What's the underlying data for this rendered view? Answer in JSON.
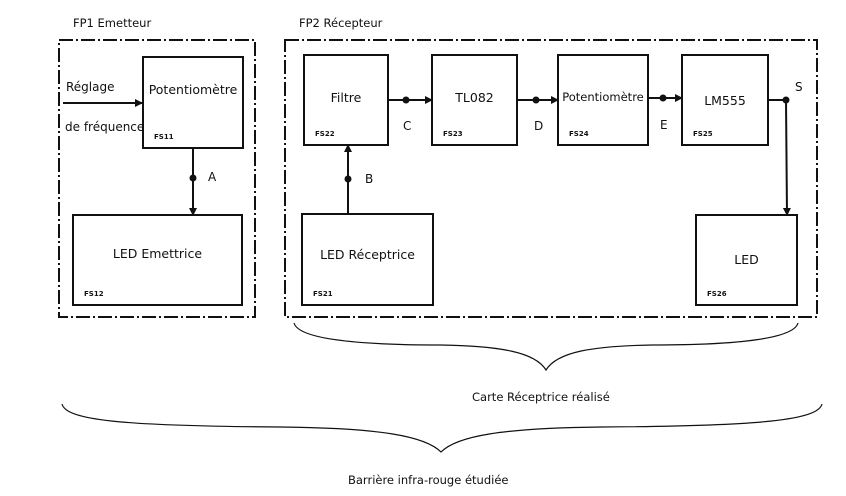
{
  "groups": {
    "fp1": {
      "label": "FP1 Emetteur"
    },
    "fp2": {
      "label": "FP2 Récepteur"
    }
  },
  "input": {
    "line1": "Réglage",
    "line2": "de fréquence"
  },
  "blocks": {
    "fs11": {
      "title": "Potentiomètre",
      "code": "FS11"
    },
    "fs12": {
      "title": "LED Emettrice",
      "code": "FS12"
    },
    "fs21": {
      "title": "LED Réceptrice",
      "code": "FS21"
    },
    "fs22": {
      "title": "Filtre",
      "code": "FS22"
    },
    "fs23": {
      "title": "TL082",
      "code": "FS23"
    },
    "fs24": {
      "title": "Potentiomètre",
      "code": "FS24"
    },
    "fs25": {
      "title": "LM555",
      "code": "FS25"
    },
    "fs26": {
      "title": "LED",
      "code": "FS26"
    }
  },
  "signals": {
    "a": "A",
    "b": "B",
    "c": "C",
    "d": "D",
    "e": "E",
    "s": "S"
  },
  "braces": {
    "receiver_card": "Carte Réceptrice réalisé",
    "barrier": "Barrière infra-rouge étudiée"
  }
}
